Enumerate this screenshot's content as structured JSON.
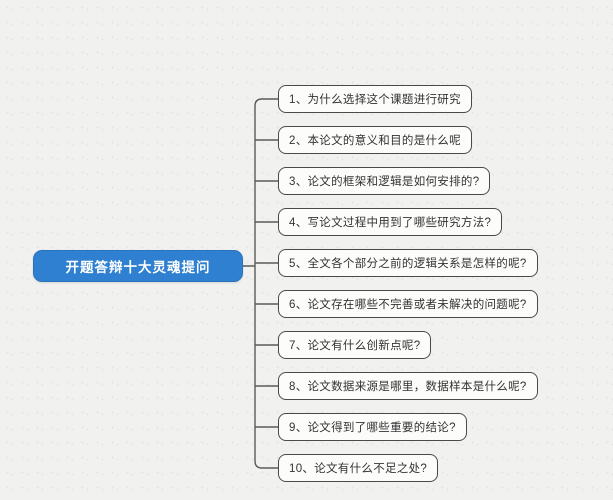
{
  "root": {
    "label": "开题答辩十大灵魂提问"
  },
  "items": [
    {
      "label": "1、为什么选择这个课题进行研究"
    },
    {
      "label": "2、本论文的意义和目的是什么呢"
    },
    {
      "label": "3、论文的框架和逻辑是如何安排的?"
    },
    {
      "label": "4、写论文过程中用到了哪些研究方法?"
    },
    {
      "label": "5、全文各个部分之前的逻辑关系是怎样的呢?"
    },
    {
      "label": "6、论文存在哪些不完善或者未解决的问题呢?"
    },
    {
      "label": "7、论文有什么创新点呢?"
    },
    {
      "label": "8、论文数据来源是哪里，数据样本是什么呢?"
    },
    {
      "label": "9、论文得到了哪些重要的结论?"
    },
    {
      "label": "10、论文有什么不足之处?"
    }
  ],
  "colors": {
    "background": "#f1f1ef",
    "dot": "#e3e3e0",
    "line": "#5a5a5a",
    "root_fill": "#2f80d0",
    "root_border": "#2a73bc",
    "root_text": "#ffffff",
    "node_bg": "#fcfcfb",
    "node_border": "#4a4a4a",
    "node_text": "#333333"
  }
}
